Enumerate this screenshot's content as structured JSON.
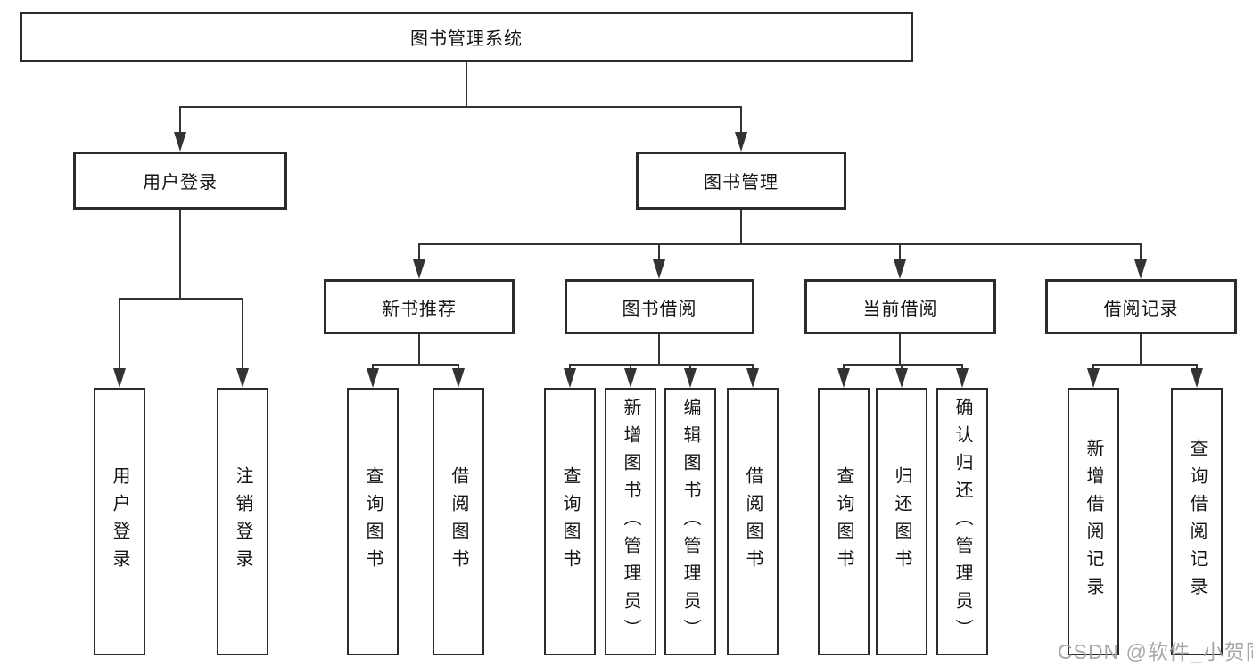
{
  "diagram": {
    "root": {
      "label": "图书管理系统"
    },
    "level2": [
      {
        "label": "用户登录"
      },
      {
        "label": "图书管理"
      }
    ],
    "level3": [
      {
        "label": "新书推荐"
      },
      {
        "label": "图书借阅"
      },
      {
        "label": "当前借阅"
      },
      {
        "label": "借阅记录"
      }
    ],
    "leaves": {
      "user_login": [
        "用户登录",
        "注销登录"
      ],
      "new_book": [
        "查询图书",
        "借阅图书"
      ],
      "book_borrow": [
        "查询图书",
        "新增图书（管理员）",
        "编辑图书（管理员）",
        "借阅图书"
      ],
      "current_borrow": [
        "查询图书",
        "归还图书",
        "确认归还（管理员）"
      ],
      "borrow_records": [
        "新增借阅记录",
        "查询借阅记录"
      ]
    }
  },
  "watermark": "CSDN @软件_小贺同学",
  "colors": {
    "line": "#333333",
    "border": "#2b2b2b",
    "text": "#141414",
    "watermark": "#9e9e9e",
    "background": "#ffffff"
  }
}
